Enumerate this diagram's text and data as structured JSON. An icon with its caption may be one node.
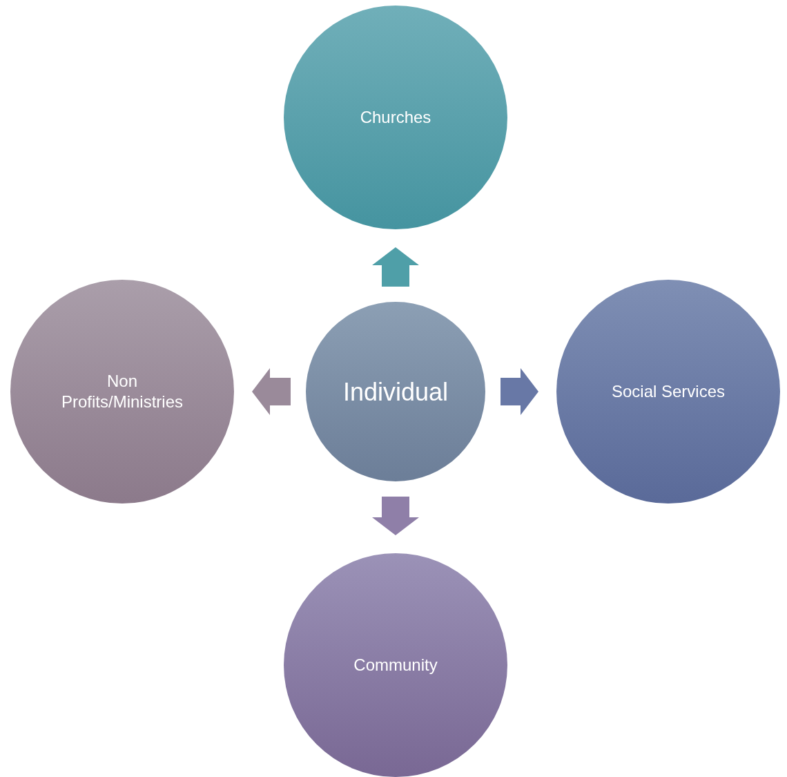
{
  "diagram": {
    "nodes": [
      {
        "text": [
          "Churches"
        ]
      },
      {
        "text": [
          "Non Profits/Ministries"
        ]
      },
      {
        "text": [
          "Individual"
        ]
      },
      {
        "text": [
          "Social Services"
        ]
      },
      {
        "text": [
          "Community"
        ]
      }
    ],
    "edges": [
      {
        "from": 2,
        "to": 0,
        "arrow": "to",
        "color": "#4f9fa8"
      },
      {
        "from": 2,
        "to": 3,
        "arrow": "to",
        "color": "#6878a6"
      },
      {
        "from": 2,
        "to": 4,
        "arrow": "to",
        "color": "#8f7fa8"
      },
      {
        "from": 2,
        "to": 1,
        "arrow": "to",
        "color": "#9a8a9a"
      }
    ]
  }
}
